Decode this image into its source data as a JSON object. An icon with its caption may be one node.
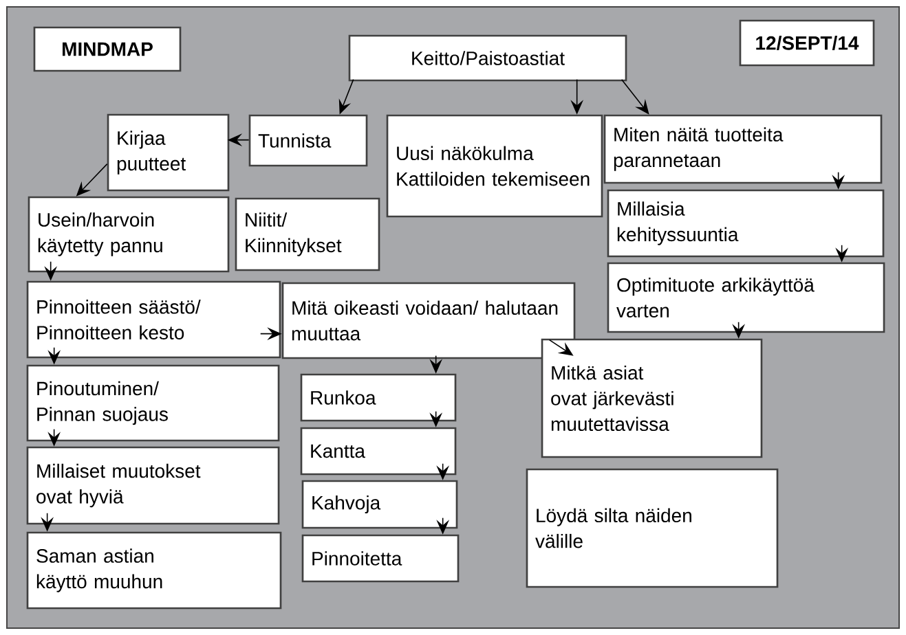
{
  "diagram": {
    "nodes": [
      {
        "text": [
          "MINDMAP"
        ]
      },
      {
        "text": [
          "12/SEPT/14"
        ]
      },
      {
        "text": [
          "Keitto/Paistoastiat"
        ]
      },
      {
        "text": [
          "Tunnista"
        ]
      },
      {
        "text": [
          "Kirjaa puutteet"
        ]
      },
      {
        "text": [
          "Uusi näkökulma Kattiloiden tekemiseen"
        ]
      },
      {
        "text": [
          "Miten näitä tuotteita parannetaan"
        ]
      },
      {
        "text": [
          "Usein/harvoin käytetty pannu"
        ]
      },
      {
        "text": [
          "Niitit/ Kiinnitykset"
        ]
      },
      {
        "text": [
          "Millaisia kehityssuuntia"
        ]
      },
      {
        "text": [
          "Optimituote arkikäyttöä varten"
        ]
      },
      {
        "text": [
          "Pinnoitteen säästö/ Pinnoitteen kesto"
        ]
      },
      {
        "text": [
          "Mitä oikeasti voidaan/ halutaan muuttaa"
        ]
      },
      {
        "text": [
          "Mitkä asiat ovat järkevästi muutettavissa"
        ]
      },
      {
        "text": [
          "Pinoutuminen/ Pinnan suojaus"
        ]
      },
      {
        "text": [
          "Runkoa"
        ]
      },
      {
        "text": [
          "Kantta"
        ]
      },
      {
        "text": [
          "Kahvoja"
        ]
      },
      {
        "text": [
          "Pinnoitetta"
        ]
      },
      {
        "text": [
          "Millaiset muutokset ovat hyviä"
        ]
      },
      {
        "text": [
          "Saman astian käyttö muuhun"
        ]
      },
      {
        "text": [
          "Löydä silta näiden välille"
        ]
      }
    ],
    "edges": [
      {
        "from": 2,
        "to": 3,
        "arrow": "to"
      },
      {
        "from": 2,
        "to": 5,
        "arrow": "to"
      },
      {
        "from": 2,
        "to": 6,
        "arrow": "to"
      },
      {
        "from": 3,
        "to": 4,
        "arrow": "to"
      },
      {
        "from": 4,
        "to": 7,
        "arrow": "to"
      },
      {
        "from": 7,
        "to": 11,
        "arrow": "to"
      },
      {
        "from": 11,
        "to": 12,
        "arrow": "to"
      },
      {
        "from": 11,
        "to": 14,
        "arrow": "to"
      },
      {
        "from": 14,
        "to": 19,
        "arrow": "to"
      },
      {
        "from": 19,
        "to": 20,
        "arrow": "to"
      },
      {
        "from": 12,
        "to": 15,
        "arrow": "to"
      },
      {
        "from": 12,
        "to": 13,
        "arrow": "to"
      },
      {
        "from": 15,
        "to": 16,
        "arrow": "to"
      },
      {
        "from": 16,
        "to": 17,
        "arrow": "to"
      },
      {
        "from": 17,
        "to": 18,
        "arrow": "to"
      },
      {
        "from": 6,
        "to": 9,
        "arrow": "to"
      },
      {
        "from": 9,
        "to": 10,
        "arrow": "to"
      },
      {
        "from": 10,
        "to": 13,
        "arrow": "to"
      }
    ]
  }
}
